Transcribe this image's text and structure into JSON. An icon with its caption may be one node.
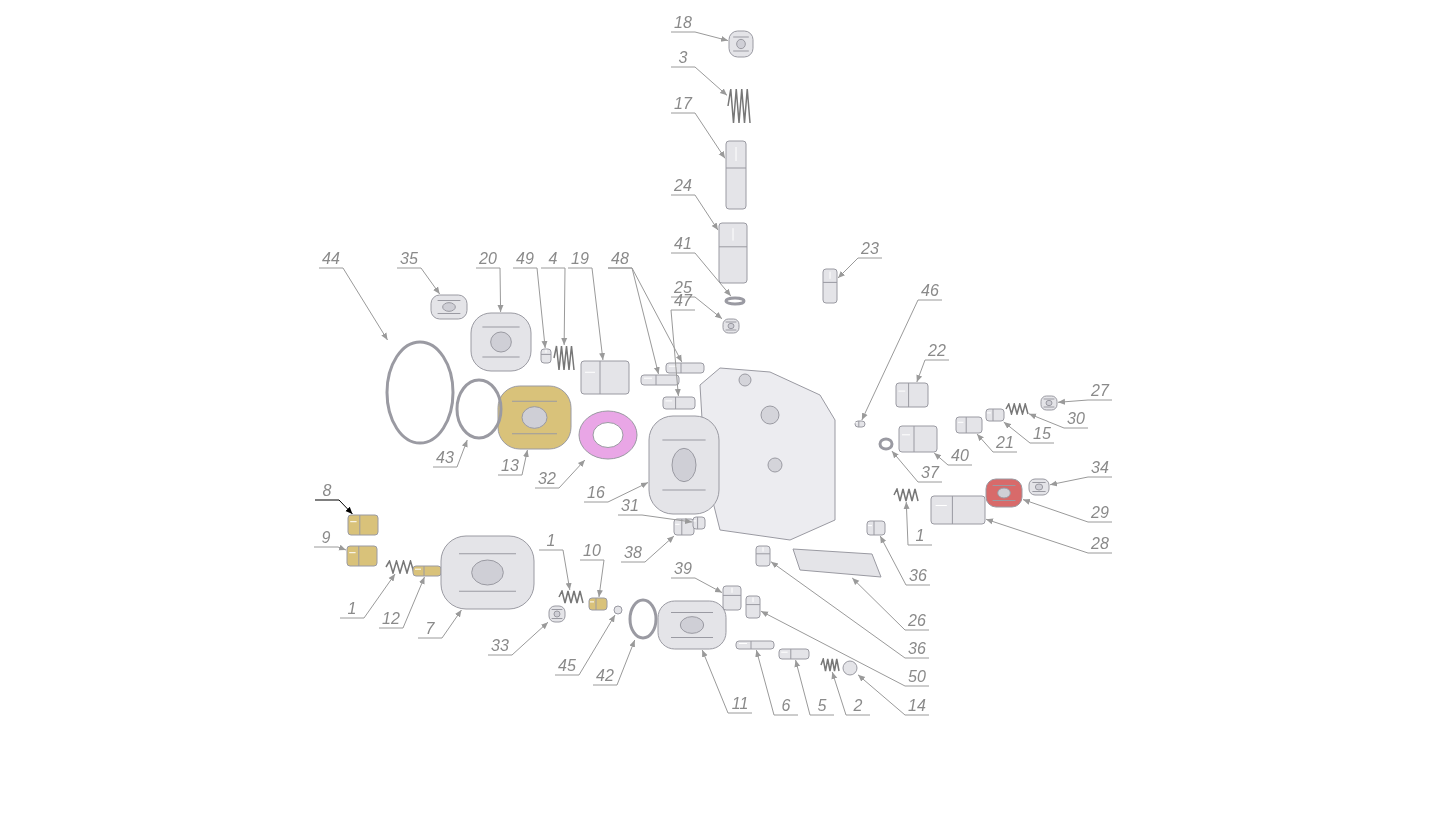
{
  "diagram": {
    "nodes": [
      {
        "text": [
          "18"
        ]
      },
      {
        "text": [],
        "shape": "picture"
      },
      {
        "text": [
          "3"
        ]
      },
      {
        "text": [],
        "shape": "spring"
      },
      {
        "text": [
          "17"
        ]
      },
      {
        "text": [],
        "shape": "cylinder"
      },
      {
        "text": [
          "24"
        ]
      },
      {
        "text": [],
        "shape": "cylinder"
      },
      {
        "text": [
          "41"
        ]
      },
      {
        "text": [],
        "shape": "ring"
      },
      {
        "text": [
          "25"
        ]
      },
      {
        "text": [],
        "shape": "picture"
      },
      {
        "text": [
          "23"
        ]
      },
      {
        "text": [],
        "shape": "cylinder"
      },
      {
        "text": [
          "46"
        ]
      },
      {
        "text": [],
        "shape": "cylinder"
      },
      {
        "text": [
          "22"
        ]
      },
      {
        "text": [],
        "shape": "cylinder"
      },
      {
        "text": [
          "27"
        ]
      },
      {
        "text": [],
        "shape": "picture"
      },
      {
        "text": [
          "30"
        ]
      },
      {
        "text": [],
        "shape": "spring"
      },
      {
        "text": [
          "15"
        ]
      },
      {
        "text": [],
        "shape": "cylinder"
      },
      {
        "text": [
          "21"
        ]
      },
      {
        "text": [],
        "shape": "cylinder"
      },
      {
        "text": [
          "40"
        ]
      },
      {
        "text": [],
        "shape": "cylinder"
      },
      {
        "text": [
          "37"
        ]
      },
      {
        "text": [],
        "shape": "ring"
      },
      {
        "text": [
          "34"
        ]
      },
      {
        "text": [],
        "shape": "picture"
      },
      {
        "text": [
          "29"
        ]
      },
      {
        "text": [],
        "shape": "picture"
      },
      {
        "text": [
          "28"
        ]
      },
      {
        "text": [],
        "shape": "cylinder"
      },
      {
        "text": [
          "1"
        ]
      },
      {
        "text": [],
        "shape": "spring"
      },
      {
        "text": [
          "36"
        ]
      },
      {
        "text": [],
        "shape": "cylinder"
      },
      {
        "text": [
          "26"
        ]
      },
      {
        "text": [],
        "shape": "bar"
      },
      {
        "text": [
          "36"
        ]
      },
      {
        "text": [],
        "shape": "cylinder"
      },
      {
        "text": [
          "50"
        ]
      },
      {
        "text": [],
        "shape": "cylinder"
      },
      {
        "text": [
          "14"
        ]
      },
      {
        "text": [],
        "shape": "circle"
      },
      {
        "text": [
          "2"
        ]
      },
      {
        "text": [],
        "shape": "spring"
      },
      {
        "text": [
          "5"
        ]
      },
      {
        "text": [],
        "shape": "cylinder"
      },
      {
        "text": [
          "6"
        ]
      },
      {
        "text": [],
        "shape": "cylinder"
      },
      {
        "text": [
          "11"
        ]
      },
      {
        "text": [],
        "shape": "picture"
      },
      {
        "text": [
          "39"
        ]
      },
      {
        "text": [],
        "shape": "cylinder"
      },
      {
        "text": [
          "38"
        ]
      },
      {
        "text": [],
        "shape": "cylinder"
      },
      {
        "text": [
          "31"
        ]
      },
      {
        "text": [],
        "shape": "cylinder"
      },
      {
        "text": [
          "16"
        ]
      },
      {
        "text": [],
        "shape": "picture"
      },
      {
        "text": [
          "32"
        ]
      },
      {
        "text": [],
        "shape": "sleeve"
      },
      {
        "text": [
          "13"
        ]
      },
      {
        "text": [],
        "shape": "picture"
      },
      {
        "text": [
          "43"
        ]
      },
      {
        "text": [],
        "shape": "ring"
      },
      {
        "text": [
          "44"
        ]
      },
      {
        "text": [],
        "shape": "ring"
      },
      {
        "text": [
          "35"
        ]
      },
      {
        "text": [],
        "shape": "picture"
      },
      {
        "text": [
          "20"
        ]
      },
      {
        "text": [],
        "shape": "picture"
      },
      {
        "text": [
          "49"
        ]
      },
      {
        "text": [],
        "shape": "cylinder"
      },
      {
        "text": [
          "4"
        ]
      },
      {
        "text": [],
        "shape": "spring"
      },
      {
        "text": [
          "19"
        ]
      },
      {
        "text": [],
        "shape": "cylinder"
      },
      {
        "text": [
          "48"
        ]
      },
      {
        "text": [],
        "shape": "cylinder"
      },
      {
        "text": [],
        "shape": "cylinder"
      },
      {
        "text": [
          "47"
        ]
      },
      {
        "text": [],
        "shape": "cylinder"
      },
      {
        "text": [
          "8"
        ]
      },
      {
        "text": [],
        "shape": "cylinder"
      },
      {
        "text": [
          "9"
        ]
      },
      {
        "text": [],
        "shape": "cylinder"
      },
      {
        "text": [
          "1"
        ]
      },
      {
        "text": [],
        "shape": "spring"
      },
      {
        "text": [
          "12"
        ]
      },
      {
        "text": [],
        "shape": "cylinder"
      },
      {
        "text": [
          "7"
        ]
      },
      {
        "text": [],
        "shape": "picture"
      },
      {
        "text": [
          "1"
        ]
      },
      {
        "text": [],
        "shape": "spring"
      },
      {
        "text": [
          "10"
        ]
      },
      {
        "text": [],
        "shape": "cylinder"
      },
      {
        "text": [
          "33"
        ]
      },
      {
        "text": [],
        "shape": "picture"
      },
      {
        "text": [
          "45"
        ]
      },
      {
        "text": [],
        "shape": "circle"
      },
      {
        "text": [
          "42"
        ]
      },
      {
        "text": [],
        "shape": "ring"
      }
    ],
    "edges": [
      {
        "from": 0,
        "to": 1,
        "arrow": "to"
      },
      {
        "from": 2,
        "to": 3,
        "arrow": "to"
      },
      {
        "from": 4,
        "to": 5,
        "arrow": "to"
      },
      {
        "from": 6,
        "to": 7,
        "arrow": "to"
      },
      {
        "from": 8,
        "to": 9,
        "arrow": "to"
      },
      {
        "from": 10,
        "to": 11,
        "arrow": "to"
      },
      {
        "from": 12,
        "to": 13,
        "arrow": "to"
      },
      {
        "from": 14,
        "to": 15,
        "arrow": "to"
      },
      {
        "from": 16,
        "to": 17,
        "arrow": "to"
      },
      {
        "from": 18,
        "to": 19,
        "arrow": "to"
      },
      {
        "from": 20,
        "to": 21,
        "arrow": "to"
      },
      {
        "from": 22,
        "to": 23,
        "arrow": "to"
      },
      {
        "from": 24,
        "to": 25,
        "arrow": "to"
      },
      {
        "from": 26,
        "to": 27,
        "arrow": "to"
      },
      {
        "from": 28,
        "to": 29,
        "arrow": "to"
      },
      {
        "from": 30,
        "to": 31,
        "arrow": "to"
      },
      {
        "from": 32,
        "to": 33,
        "arrow": "to"
      },
      {
        "from": 34,
        "to": 35,
        "arrow": "to"
      },
      {
        "from": 36,
        "to": 37,
        "arrow": "to"
      },
      {
        "from": 38,
        "to": 39,
        "arrow": "to"
      },
      {
        "from": 40,
        "to": 41,
        "arrow": "to"
      },
      {
        "from": 42,
        "to": 43,
        "arrow": "to"
      },
      {
        "from": 44,
        "to": 45,
        "arrow": "to"
      },
      {
        "from": 46,
        "to": 47,
        "arrow": "to"
      },
      {
        "from": 48,
        "to": 49,
        "arrow": "to"
      },
      {
        "from": 50,
        "to": 51,
        "arrow": "to"
      },
      {
        "from": 52,
        "to": 53,
        "arrow": "to"
      },
      {
        "from": 54,
        "to": 55,
        "arrow": "to"
      },
      {
        "from": 56,
        "to": 57,
        "arrow": "to"
      },
      {
        "from": 58,
        "to": 59,
        "arrow": "to"
      },
      {
        "from": 60,
        "to": 61,
        "arrow": "to"
      },
      {
        "from": 62,
        "to": 63,
        "arrow": "to"
      },
      {
        "from": 64,
        "to": 65,
        "arrow": "to"
      },
      {
        "from": 66,
        "to": 67,
        "arrow": "to"
      },
      {
        "from": 68,
        "to": 69,
        "arrow": "to"
      },
      {
        "from": 70,
        "to": 71,
        "arrow": "to"
      },
      {
        "from": 72,
        "to": 73,
        "arrow": "to"
      },
      {
        "from": 74,
        "to": 75,
        "arrow": "to"
      },
      {
        "from": 76,
        "to": 77,
        "arrow": "to"
      },
      {
        "from": 78,
        "to": 79,
        "arrow": "to"
      },
      {
        "from": 80,
        "to": 81,
        "arrow": "to"
      },
      {
        "from": 82,
        "to": 83,
        "arrow": "to"
      },
      {
        "from": 82,
        "to": 84,
        "arrow": "to"
      },
      {
        "from": 85,
        "to": 86,
        "arrow": "to"
      },
      {
        "from": 87,
        "to": 88,
        "arrow": "to",
        "color": "#000000"
      },
      {
        "from": 89,
        "to": 90,
        "arrow": "to"
      },
      {
        "from": 91,
        "to": 92,
        "arrow": "to"
      },
      {
        "from": 93,
        "to": 94,
        "arrow": "to"
      },
      {
        "from": 95,
        "to": 96,
        "arrow": "to"
      },
      {
        "from": 97,
        "to": 98,
        "arrow": "to"
      },
      {
        "from": 99,
        "to": 100,
        "arrow": "to"
      },
      {
        "from": 101,
        "to": 102,
        "arrow": "to"
      },
      {
        "from": 103,
        "to": 104,
        "arrow": "to"
      },
      {
        "from": 105,
        "to": 106,
        "arrow": "to"
      }
    ]
  }
}
